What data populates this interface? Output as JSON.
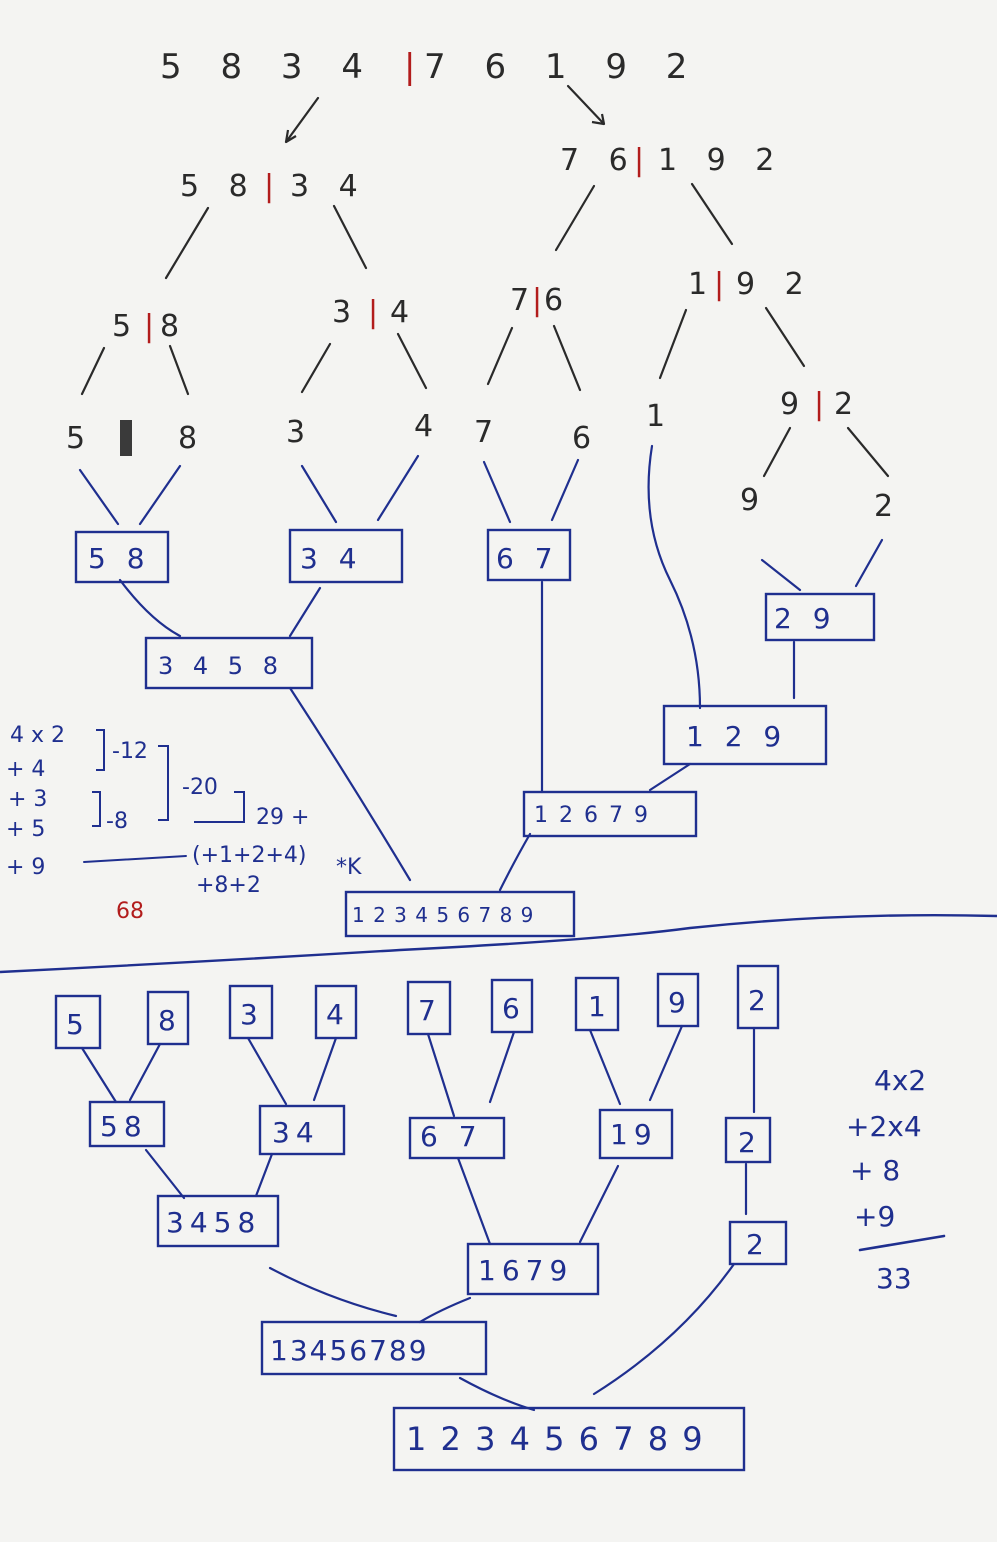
{
  "top_split": {
    "sequence": {
      "left": "5 8 3 4",
      "divider": "|",
      "right": "7 6 1 9 2"
    },
    "level1": [
      {
        "left": "5 8",
        "divider": "|",
        "right": "3 4"
      },
      {
        "left": "7 6",
        "divider": "|",
        "right": "1 9 2"
      }
    ],
    "level2": [
      {
        "left": "5",
        "divider": "|",
        "right": "8"
      },
      {
        "left": "3",
        "divider": "|",
        "right": "4"
      },
      {
        "left": "7",
        "divider": "|",
        "right": "6"
      },
      {
        "left": "1",
        "divider": "|",
        "right": "9 2"
      }
    ],
    "level3_leaves": [
      "5",
      "8",
      "3",
      "4",
      "7",
      "6",
      "1"
    ],
    "level3_split": {
      "left": "9",
      "divider": "|",
      "right": "2"
    },
    "level4_leaves": [
      "9",
      "2"
    ],
    "merged_boxes": [
      "5 8",
      "3 4",
      "6 7",
      "2 9",
      "3 4 5 8",
      "1 2 9",
      "1 2 6 7 9",
      "1 2 3 4 5 6 7 8 9"
    ]
  },
  "calculation_notes": {
    "lines": [
      "4 x 2",
      "+ 4",
      "+ 3",
      "+ 5",
      "+ 9"
    ],
    "brackets": [
      "-12",
      "-8",
      "-20",
      "29 +"
    ],
    "formula": [
      "(+1+2+4)",
      "+8+2",
      "*K"
    ],
    "total": "68"
  },
  "bottom_merge": {
    "singles": [
      "5",
      "8",
      "3",
      "4",
      "7",
      "6",
      "1",
      "9",
      "2"
    ],
    "pairs": [
      "58",
      "34",
      "6 7",
      "19",
      "2"
    ],
    "level3": [
      "3458",
      "1679",
      "2"
    ],
    "level4": "13456789",
    "final": "1 2 3 4 5 6 7 8 9"
  },
  "bottom_notes": {
    "lines": [
      "4x2",
      "+2x4",
      "+ 8",
      "+9"
    ],
    "total": "33"
  },
  "colors": {
    "black_ink": "#2a2a2a",
    "blue_ink": "#1f2f8f",
    "red_ink": "#b21c1c",
    "paper": "#f4f4f2"
  }
}
